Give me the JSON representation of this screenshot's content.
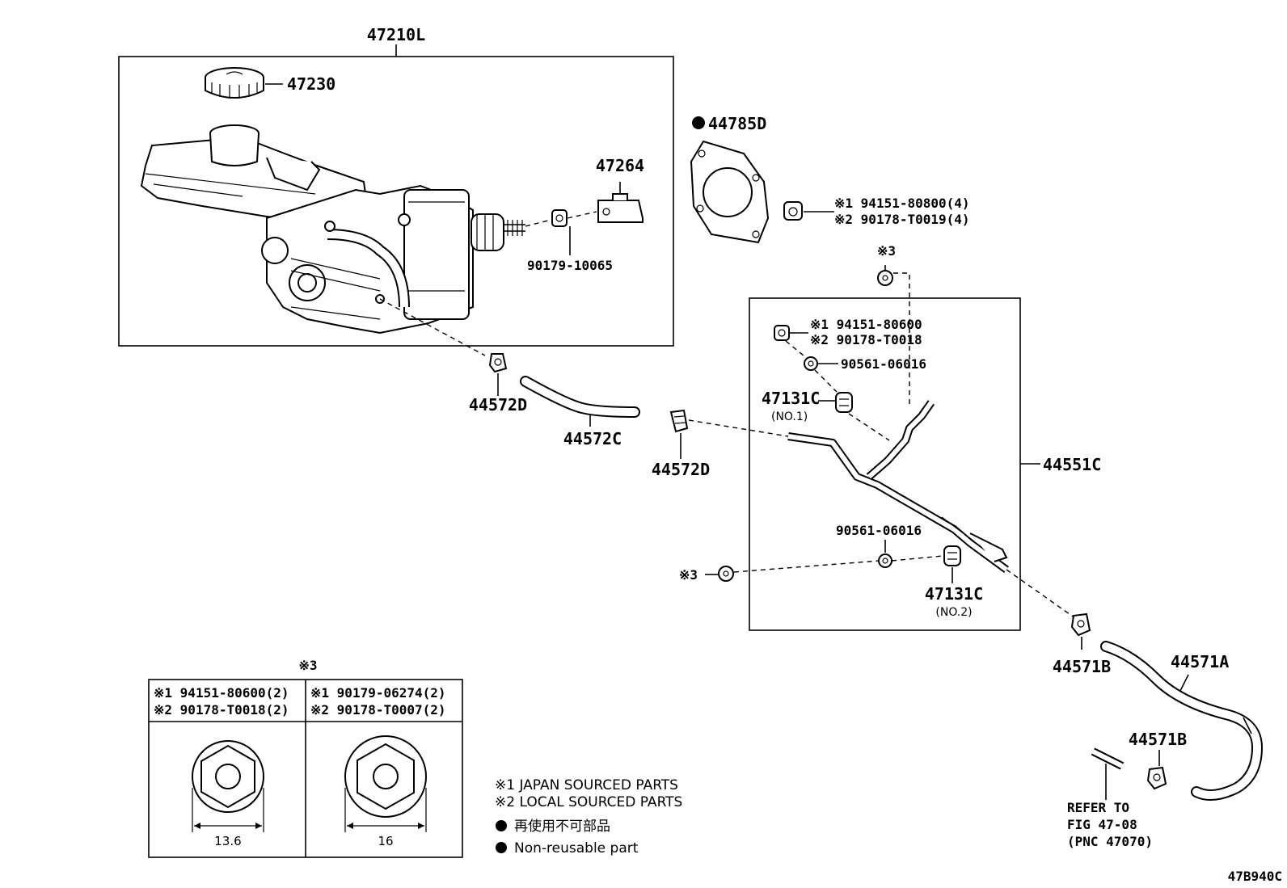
{
  "labels": {
    "assy": "47210L",
    "cap": "47230",
    "gasket": "44785D",
    "bolt_a1": "※1 94151-80800(4)",
    "bolt_a2": "※2 90178-T0019(4)",
    "bracket": "47264",
    "nut_90179": "90179-10065",
    "mark3_top": "※3",
    "bolt_b1": "※1 94151-80600",
    "bolt_b2": "※2 90178-T0018",
    "washer_top": "90561-06016",
    "grommet1": "47131C",
    "grommet1_sub": "(NO.1)",
    "clip_d_left": "44572D",
    "hose_c": "44572C",
    "clip_d_mid": "44572D",
    "tube_assy": "44551C",
    "washer_bottom": "90561-06016",
    "mark3_left": "※3",
    "grommet2": "47131C",
    "grommet2_sub": "(NO.2)",
    "clip_b_top": "44571B",
    "hose_a": "44571A",
    "clip_b_bottom": "44571B",
    "refer1": "REFER TO",
    "refer2": "FIG 47-08",
    "refer3": "(PNC 47070)"
  },
  "table": {
    "title": "※3",
    "col1_line1": "※1 94151-80600(2)",
    "col1_line2": "※2 90178-T0018(2)",
    "col2_line1": "※1 90179-06274(2)",
    "col2_line2": "※2 90178-T0007(2)",
    "dim1": "13.6",
    "dim2": "16"
  },
  "legend": {
    "line1": "※1 JAPAN SOURCED PARTS",
    "line2": "※2 LOCAL SOURCED PARTS",
    "line3": "再使用不可部品",
    "line4": "Non-reusable part"
  },
  "figure_id": "47B940C"
}
